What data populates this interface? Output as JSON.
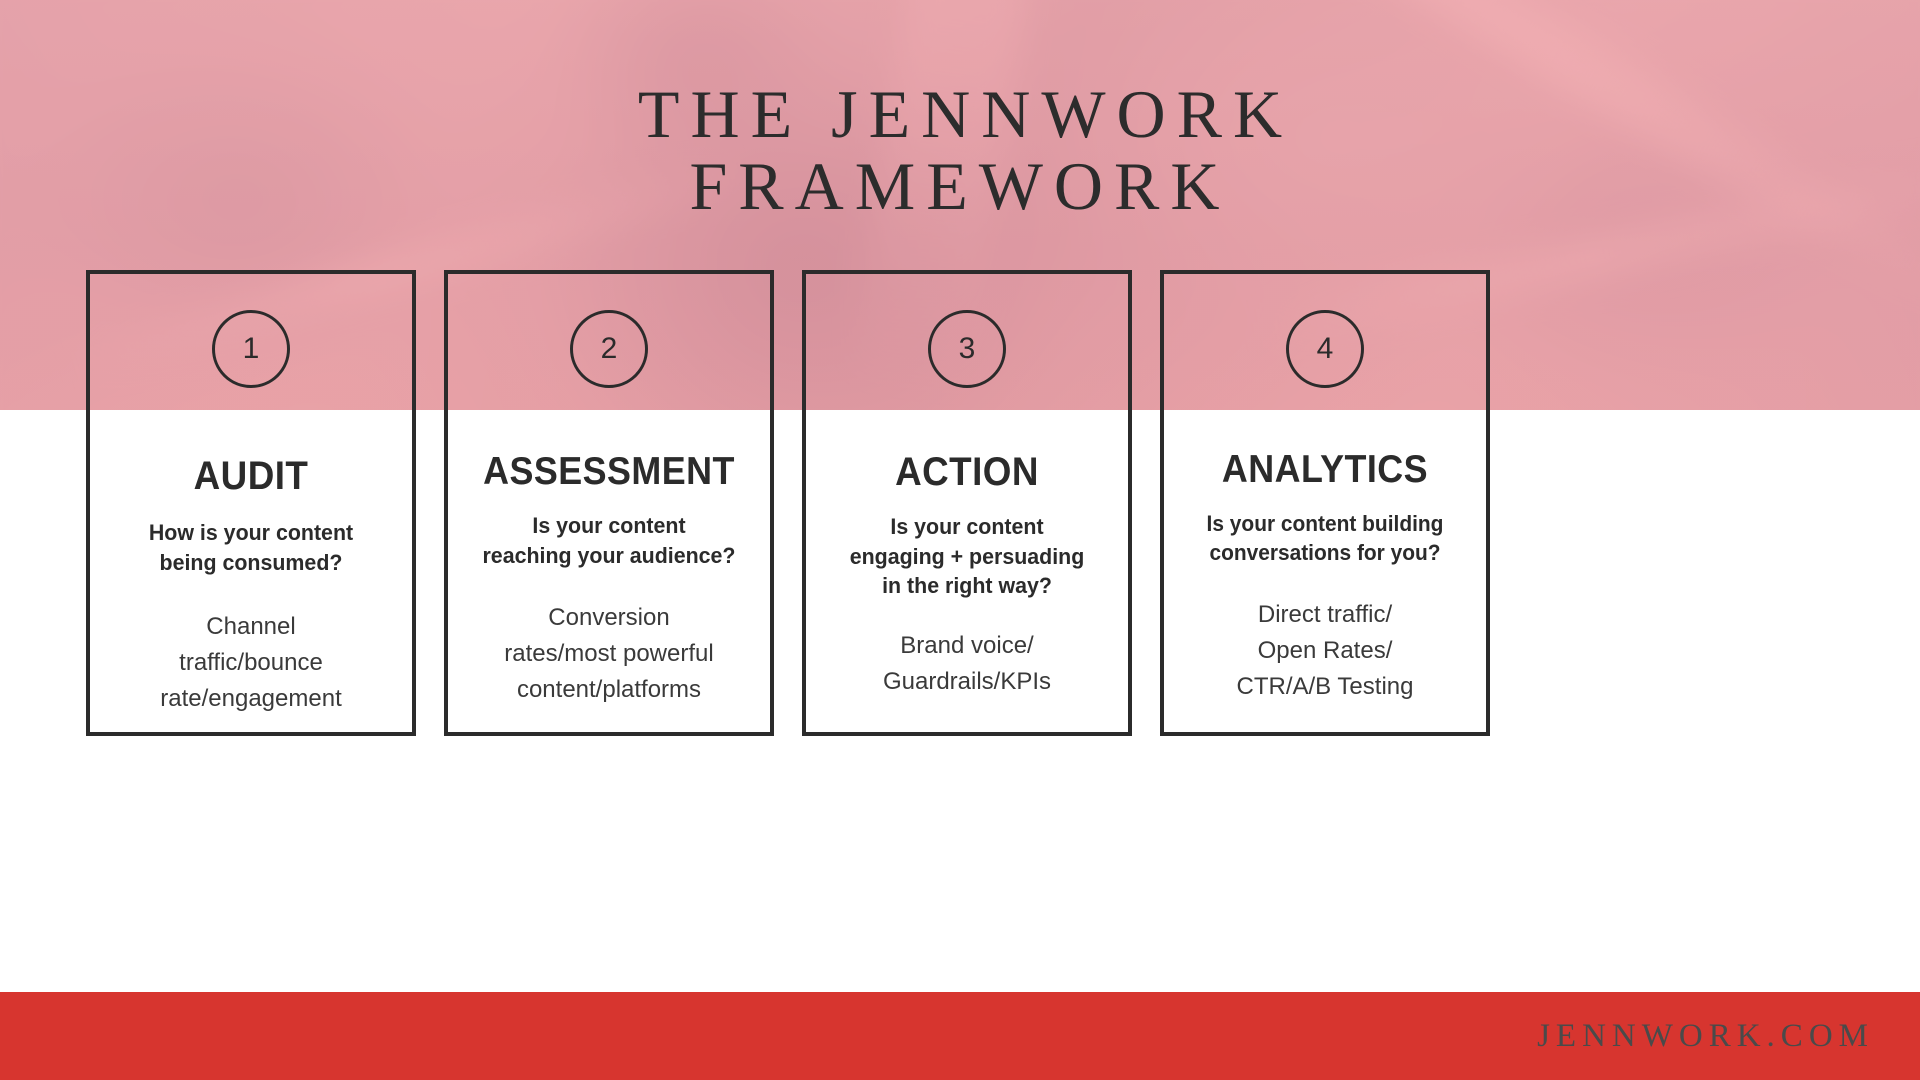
{
  "page": {
    "title": "THE JENNWORK\nFRAMEWORK",
    "background_overlay_color": "#f49696",
    "ink_color": "#2b2b2b",
    "footer_bar_color": "#d7352f",
    "canvas_color": "#ffffff"
  },
  "cards": [
    {
      "number": "1",
      "heading": "AUDIT",
      "question": "How is your content\nbeing consumed?",
      "detail": "Channel\ntraffic/bounce\nrate/engagement"
    },
    {
      "number": "2",
      "heading": "ASSESSMENT",
      "question": "Is your content\nreaching your audience?",
      "detail": "Conversion\nrates/most powerful\ncontent/platforms"
    },
    {
      "number": "3",
      "heading": "ACTION",
      "question": "Is your content\nengaging + persuading\nin the right way?",
      "detail": "Brand voice/\nGuardrails/KPIs"
    },
    {
      "number": "4",
      "heading": "ANALYTICS",
      "question": "Is your content building\nconversations for you?",
      "detail": "Direct traffic/\nOpen Rates/\nCTR/A/B Testing"
    }
  ],
  "footer": {
    "url": "JENNWORK.COM"
  }
}
